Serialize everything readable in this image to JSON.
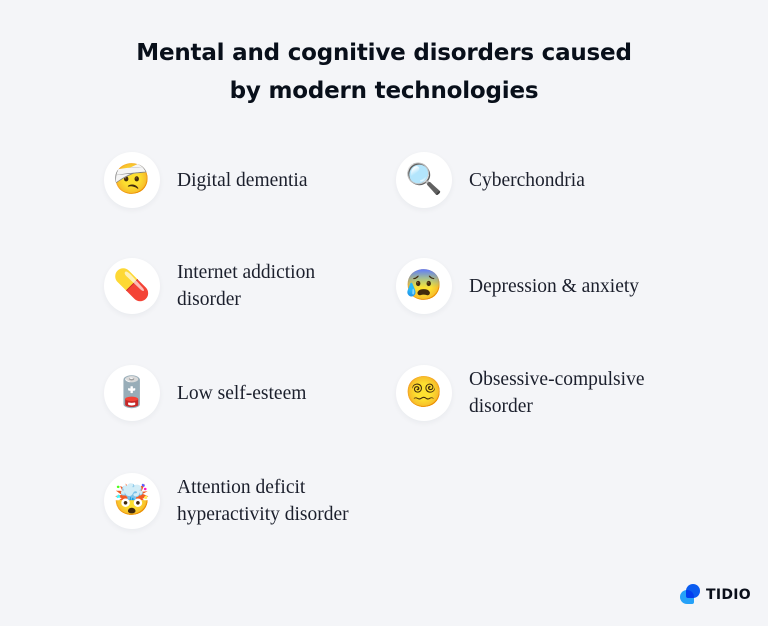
{
  "header": {
    "title_line1": "Mental and cognitive disorders caused",
    "title_line2": "by modern technologies"
  },
  "items": [
    {
      "label": "Digital dementia",
      "icon": "face-with-head-bandage-icon",
      "glyph": "🤕"
    },
    {
      "label": "Cyberchondria",
      "icon": "magnifying-glass-icon",
      "glyph": "🔍"
    },
    {
      "label": "Internet addiction disorder",
      "icon": "pill-icon",
      "glyph": "💊"
    },
    {
      "label": "Depression & anxiety",
      "icon": "anxious-face-with-sweat-icon",
      "glyph": "😰"
    },
    {
      "label": "Low self-esteem",
      "icon": "low-battery-icon",
      "glyph": "🪫"
    },
    {
      "label": "Obsessive-compulsive disorder",
      "icon": "face-with-spiral-eyes-icon",
      "glyph": "😵‍💫"
    },
    {
      "label": "Attention deficit hyperactivity disorder",
      "icon": "exploding-head-icon",
      "glyph": "🤯"
    }
  ],
  "brand": {
    "name": "TIDIO",
    "colors": {
      "primary": "#0a5cf0",
      "secondary": "#1aa3ff"
    }
  },
  "colors": {
    "background": "#f4f5f8",
    "title": "#080f1a",
    "text": "#1b1f2c",
    "circle": "#ffffff"
  }
}
